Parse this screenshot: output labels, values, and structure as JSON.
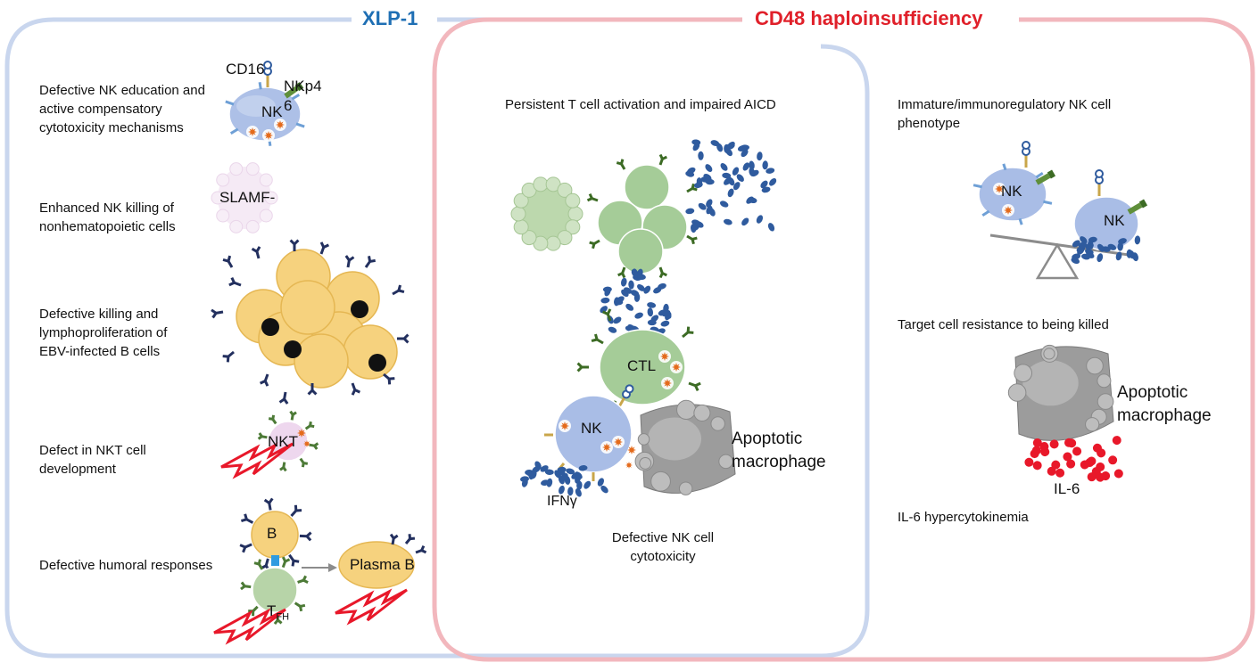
{
  "headers": {
    "xlp1": "XLP-1",
    "cd48": "CD48 haploinsufficiency"
  },
  "colors": {
    "xlp1_header": "#1f6fb4",
    "xlp1_border": "#c9d6ee",
    "cd48_header": "#e0202a",
    "cd48_border": "#f2b7bd",
    "nk_cell": "#a9bde6",
    "t_cell": "#a5cc98",
    "b_cell": "#f6d27e",
    "cytokine_blue": "#2f5b9e",
    "il6_red": "#e8182a",
    "receptor_dark": "#23305f",
    "macrophage_gray": "#9c9c9c"
  },
  "xlp1_panel": {
    "items": [
      {
        "text": "Defective NK education and active compensatory cytotoxicity mechanisms"
      },
      {
        "text": "Enhanced NK killing of nonhematopoietic cells"
      },
      {
        "text": "Defective killing and lymphoproliferation of EBV-infected B cells"
      },
      {
        "text": "Defect in NKT cell development"
      },
      {
        "text": "Defective humoral responses"
      }
    ],
    "labels": {
      "cd16": "CD16",
      "nkp46": "NKp4\n6",
      "nk": "NK",
      "slamf": "SLAMF-",
      "nkt": "NKT",
      "b": "B",
      "tfh_main": "T",
      "tfh_sub": "FH",
      "plasma_b": "Plasma B"
    }
  },
  "middle_panel": {
    "title": "Persistent T cell activation and impaired AICD",
    "labels": {
      "ctl": "CTL",
      "nk": "NK",
      "ifn": "IFNγ",
      "apoptotic": "Apoptotic\nmacrophage"
    },
    "caption": "Defective NK cell cytotoxicity"
  },
  "right_panel": {
    "title1": "Immature/immunoregulatory NK cell phenotype",
    "nk_left": "NK",
    "nk_right": "NK",
    "title2": "Target cell resistance to being killed",
    "apoptotic": "Apoptotic\nmacrophage",
    "il6": "IL-6",
    "caption": "IL-6 hypercytokinemia"
  }
}
